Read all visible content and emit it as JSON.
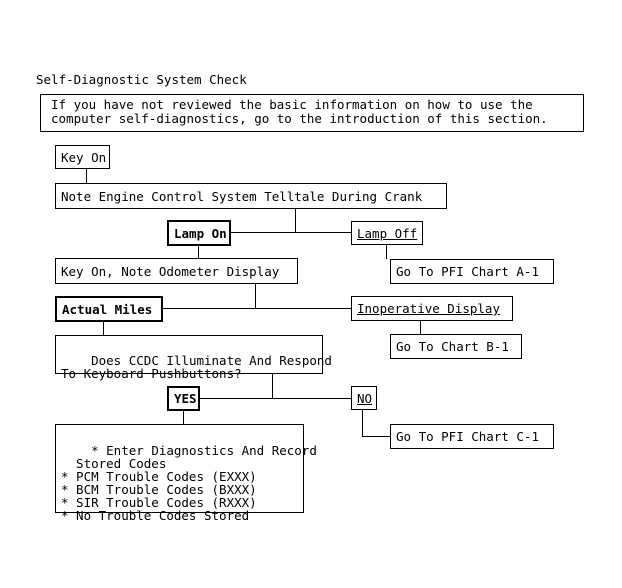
{
  "title": "Self-Diagnostic System Check",
  "intro": "If you have not reviewed the basic information on how to use the\ncomputer self-diagnostics, go to the introduction of this section.",
  "steps": {
    "key_on": "Key On",
    "note_telltale": "Note Engine Control System Telltale During Crank",
    "lamp_on": "Lamp On",
    "lamp_off": "Lamp Off",
    "key_on_odometer": "Key On, Note Odometer Display",
    "chart_a1": "Go To PFI Chart A-1",
    "actual_miles": "Actual Miles",
    "inoperative_display": "Inoperative Display",
    "ccdc_question": "Does CCDC Illuminate And Respond\nTo Keyboard Pushbuttons?",
    "chart_b1": "Go To Chart B-1",
    "yes": "YES",
    "no": "NO",
    "chart_c1": "Go To PFI Chart C-1",
    "enter_diagnostics": "* Enter Diagnostics And Record\n  Stored Codes\n* PCM Trouble Codes (EXXX)\n* BCM Trouble Codes (BXXX)\n* SIR Trouble Codes (RXXX)\n* No Trouble Codes Stored"
  }
}
